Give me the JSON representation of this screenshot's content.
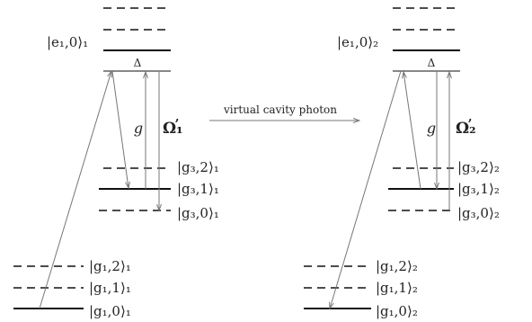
{
  "left": {
    "levels": {
      "excited": "|e₁,0⟩₁",
      "g3_2": "|g₃,2⟩₁",
      "g3_1": "|g₃,1⟩₁",
      "g3_0": "|g₃,0⟩₁",
      "g1_2": "|g₁,2⟩₁",
      "g1_1": "|g₁,1⟩₁",
      "g1_0": "|g₁,0⟩₁"
    },
    "detuning": "Δ",
    "coupling": "g",
    "rabi": "Ω₁"
  },
  "right": {
    "levels": {
      "excited": "|e₁,0⟩₂",
      "g3_2": "|g₃,2⟩₂",
      "g3_1": "|g₃,1⟩₂",
      "g3_0": "|g₃,0⟩₂",
      "g1_2": "|g₁,2⟩₂",
      "g1_1": "|g₁,1⟩₂",
      "g1_0": "|g₁,0⟩₂"
    },
    "detuning": "Δ",
    "coupling": "g",
    "rabi": "Ω₂"
  },
  "transfer_label": "virtual cavity photon",
  "colors": {
    "line": "#111111",
    "arrow": "#777777"
  }
}
